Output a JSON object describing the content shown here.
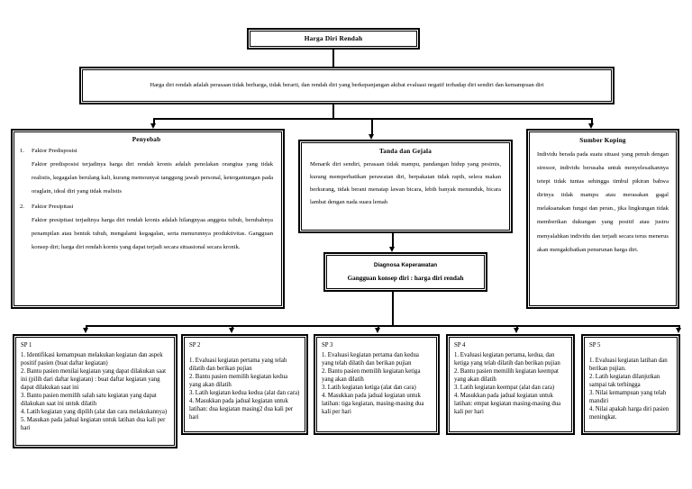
{
  "diagram": {
    "type": "concept-map",
    "language": "id",
    "root": {
      "label": "Harga Diri Rendah"
    },
    "definition": {
      "text": "Harga diri rendah adalah perasaan tidak berharga, tidak berarti, dan rendah diri yang berkepanjangan akibat evaluasi negatif terhadap diri sendiri dan kemampuan diri"
    },
    "penyebab": {
      "title": "Penyebab",
      "items": [
        {
          "num": "1.",
          "heading": "Faktor Predisposisi",
          "body": "Faktor predisposisi terjadinya harga diri rendah kronis adalah penolakan orangtua yang tidak realistis, kegagalan berulang kali, kurang memounyai tanggung jawab personal, ketergantungan pada oraglain, ideal diri yang tidak realistis"
        },
        {
          "num": "2.",
          "heading": "Faktor Presipitasi",
          "body": "Faktor presipitasi terjadinya harga diri rendah kronis adalah hilangnyaa anggota tubuh, berubahnya penampilan atau bentuk tubuh, mengalami kegagalan, serta menurunnya produktivitas. Gangguan konsep diri; harga diri rendah kornis yang dapat terjadi secara situasional secara kronik."
        }
      ]
    },
    "tanda_gejala": {
      "title": "Tanda dan Gejala",
      "text": "Menarik diri sendiri, perasaan tidak mampu, pandangan hidup yang pesimis, kurang memperhatikan perawatan diri, berpakaian tidak rapih, selera makan berkurang, tidak berani menatap lawan bicara, lebih banyak menunduk, bicara lambat dengan nada suara lemah"
    },
    "sumber_koping": {
      "title": "Sumber Koping",
      "text": "Individu berada pada suatu situasi yang penuh dengan stressor, individu berusaha untuk menyelesaikannya tetepi tidak tuntas sehingga timbul pikiran bahwa dirinya tidak mampu atau merasakan gagal melaksanakan fungsi dan peran., jika lingkungan tidak memberikan dukungan yang positif atau justru menyalahkan individu dan terjadi secara terus menerus akan mengakibatkan penurunan harga diri."
    },
    "diagnosa": {
      "heading": "Diagnosa Keperawatan",
      "main": "Gangguan konsep diri : harga diri rendah"
    },
    "sp_boxes": [
      {
        "label": "SP 1",
        "lines": [
          "1. Identifikasi kemampuan melakukan kegiatan dan aspek positif pasien (buat daftar kegiatan)",
          "2. Bantu pasien menilai kegiatan yang dapat dilakukan saat ini (pilih dari daftar kegiatan) : buat daftar kegiatan yang dapat dilakukan saat ini",
          "3. Bantu pasien memilih salah satu kegiatan yang dapat dilakukan saat ini untuk dilatih",
          "4. Latih kegiatan  yang dipilih (alat dan cara melakukannya)",
          "5. Masukan pada jadual kegiatan untuk latihan dua kali per hari"
        ]
      },
      {
        "label": "SP 2",
        "lines": [
          "1. Evaluasi kegiatan pertama yang telah dilatih dan berikan pujian",
          "2. Bantu pasien memilih kegiatan kedua yang akan dilatih",
          "3.  Latih kegiatan kedua kedua (alat dan cara)",
          "4. Masukkan pada jadual kegiatan untuk latihan: dua kegiatan masing2 dua kali per hari"
        ]
      },
      {
        "label": "SP 3",
        "lines": [
          "1. Evaluasi kegiatan pertama dan kedua yang telah dilatih dan berikan pujian",
          "2. Bantu pasien memilih kegiatan ketiga yang akan dilatih",
          "3. Latih kegiatan ketiga (alat dan cara)",
          "4. Masukkan pada jadual kegiatan untuk latihan: tiga kegiatan, masing-masing dua kali per hari"
        ]
      },
      {
        "label": "SP 4",
        "lines": [
          "1. Evaluasi kegiatan pertama, kedua, dan ketiga yang telah dilatih dan berikan pujian",
          "2. Bantu pasien memilih kegiatan keempat yang akan dilatih",
          "3. Latih kegiatan keempat (alat dan cara)",
          "4. Masukkan pada jadual kegiatan untuk latihan: empat kegiatan masing-masing dua kali per hari"
        ]
      },
      {
        "label": "SP 5",
        "lines": [
          "1. Evaluasi kegiatan latihan dan berikan pujian.",
          "2. Latih kegiatan dilanjutkan sampai tak terhingga",
          "3. Nilai kemampuan yang telah mandiri",
          "4. Nilai apakah harga diri pasien meningkat."
        ]
      }
    ],
    "colors": {
      "stroke": "#000000",
      "fill": "#ffffff",
      "text": "#000000"
    }
  }
}
